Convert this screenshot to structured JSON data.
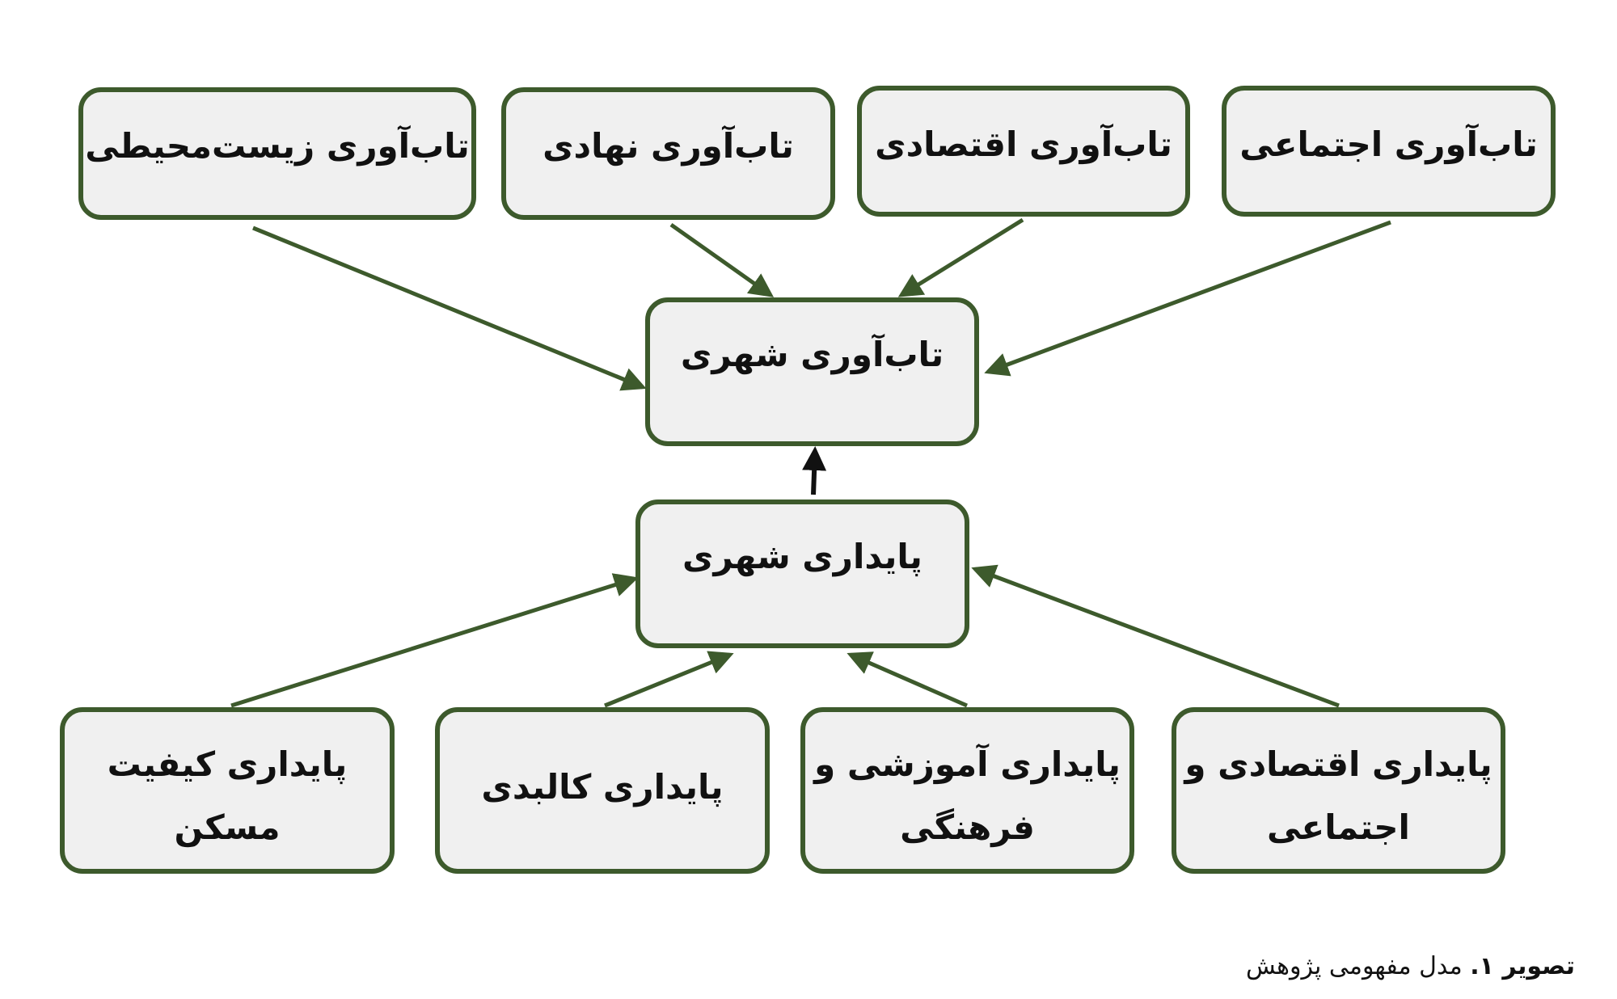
{
  "colors": {
    "box_fill": "#f0f0f0",
    "box_border": "#3d5a2c",
    "arrow_green": "#3d5a2c",
    "arrow_black": "#111111"
  },
  "resilience_dimensions": [
    "تاب‌آوری اجتماعی",
    "تاب‌آوری اقتصادی",
    "تاب‌آوری نهادی",
    "تاب‌آوری زیست‌محیطی"
  ],
  "urban_resilience": "تاب‌آوری شهری",
  "urban_sustainability": "پایداری شهری",
  "sustainability_dimensions": [
    {
      "line1": "پایداری اقتصادی و",
      "line2": "اجتماعی"
    },
    {
      "line1": "پایداری آموزشی و",
      "line2": "فرهنگی"
    },
    {
      "line1": "پایداری کالبدی",
      "line2": ""
    },
    {
      "line1": "پایداری کیفیت",
      "line2": "مسکن"
    }
  ],
  "caption": {
    "label": "تصویر ۱.",
    "text": " مدل مفهومی پژوهش"
  }
}
